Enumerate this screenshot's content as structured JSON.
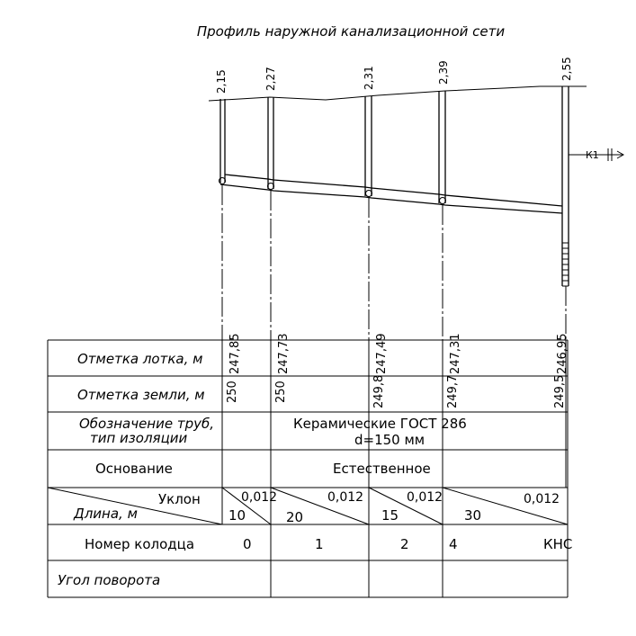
{
  "title": "Профиль наружной канализационной сети",
  "wells": [
    {
      "id": "w0",
      "top_level": "2,15",
      "invert": "247,85",
      "ground": "250",
      "number": "0"
    },
    {
      "id": "w1",
      "top_level": "2,27",
      "invert": "247,73",
      "ground": "250",
      "number": "1"
    },
    {
      "id": "w2",
      "top_level": "2,31",
      "invert": "247,49",
      "ground": "249,8",
      "number": "2"
    },
    {
      "id": "w4",
      "top_level": "2,39",
      "invert": "247,31",
      "ground": "249,7",
      "number": "4"
    },
    {
      "id": "kns",
      "top_level": "2,55",
      "invert": "246,95",
      "ground": "249,5",
      "number": "КНС"
    }
  ],
  "outlet_label": "К1",
  "table": {
    "row_invert_label": "Отметка лотка, м",
    "row_ground_label": "Отметка земли, м",
    "row_pipes_label_line1": "Обозначение труб,",
    "row_pipes_label_line2": "тип изоляции",
    "pipes_value_line1": "Керамические   ГОСТ 286",
    "pipes_value_line2": "d=150 мм",
    "row_base_label": "Основание",
    "base_value": "Естественное",
    "row_slope_label": "Уклон",
    "row_length_label": "Длина, м",
    "row_well_label": "Номер колодца",
    "row_angle_label": "Угол поворота"
  },
  "segments": [
    {
      "slope": "0,012",
      "length": "10"
    },
    {
      "slope": "0,012",
      "length": "20"
    },
    {
      "slope": "0,012",
      "length": "15"
    },
    {
      "slope": "0,012",
      "length": "30"
    }
  ]
}
